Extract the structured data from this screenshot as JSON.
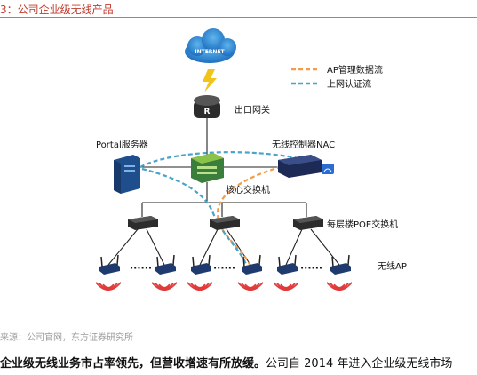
{
  "caption": "3：公司企业级无线产品",
  "legend": {
    "ap_flow": "AP管理数据流",
    "auth_flow": "上网认证流",
    "ap_flow_color": "#f39c4a",
    "auth_flow_color": "#4aa3c8"
  },
  "nodes": {
    "internet": "INTERNET",
    "egress_gateway": "出口网关",
    "portal_server": "Portal服务器",
    "wireless_controller": "无线控制器NAC",
    "core_switch": "核心交换机",
    "floor_poe_switch": "每层楼POE交换机",
    "wireless_ap": "无线AP"
  },
  "dots": "······",
  "source": "来源：公司官网，东方证券研究所",
  "body": {
    "bold": "企业级无线业务市占率领先，但营收增速有所放缓。",
    "normal": "公司自 2014 年进入企业级无线市场"
  }
}
